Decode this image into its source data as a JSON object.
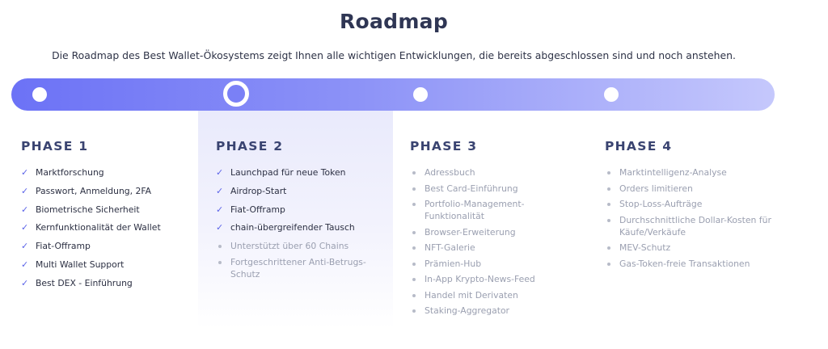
{
  "header": {
    "title": "Roadmap",
    "subtitle": "Die Roadmap des Best Wallet-Ökosystems zeigt Ihnen alle wichtigen Entwicklungen, die bereits abgeschlossen sind und noch anstehen."
  },
  "timeline": {
    "current_phase": 2,
    "gradient_colors": [
      "#6c72f6",
      "#c5c8fc"
    ]
  },
  "colors": {
    "accent": "#5b63e8",
    "heading": "#3a4471",
    "pending_text": "#9a9fb0"
  },
  "icons": {
    "done": "check-icon",
    "pending": "bullet-icon"
  },
  "phases": [
    {
      "title": "PHASE 1",
      "items": [
        {
          "label": "Marktforschung",
          "done": true
        },
        {
          "label": "Passwort, Anmeldung, 2FA",
          "done": true
        },
        {
          "label": "Biometrische Sicherheit",
          "done": true
        },
        {
          "label": "Kernfunktionalität der Wallet",
          "done": true
        },
        {
          "label": "Fiat-Offramp",
          "done": true
        },
        {
          "label": "Multi Wallet Support",
          "done": true
        },
        {
          "label": "Best DEX - Einführung",
          "done": true
        }
      ]
    },
    {
      "title": "PHASE 2",
      "items": [
        {
          "label": "Launchpad für neue Token",
          "done": true
        },
        {
          "label": "Airdrop-Start",
          "done": true
        },
        {
          "label": "Fiat-Offramp",
          "done": true
        },
        {
          "label": "chain-übergreifender Tausch",
          "done": true
        },
        {
          "label": "Unterstützt über 60 Chains",
          "done": false
        },
        {
          "label": "Fortgeschrittener Anti-Betrugs-Schutz",
          "done": false
        }
      ]
    },
    {
      "title": "PHASE 3",
      "items": [
        {
          "label": "Adressbuch",
          "done": false
        },
        {
          "label": "Best Card-Einführung",
          "done": false
        },
        {
          "label": "Portfolio-Management-Funktionalität",
          "done": false
        },
        {
          "label": "Browser-Erweiterung",
          "done": false
        },
        {
          "label": "NFT-Galerie",
          "done": false
        },
        {
          "label": "Prämien-Hub",
          "done": false
        },
        {
          "label": "In-App Krypto-News-Feed",
          "done": false
        },
        {
          "label": "Handel mit Derivaten",
          "done": false
        },
        {
          "label": "Staking-Aggregator",
          "done": false
        }
      ]
    },
    {
      "title": "PHASE 4",
      "items": [
        {
          "label": "Marktintelligenz-Analyse",
          "done": false
        },
        {
          "label": "Orders limitieren",
          "done": false
        },
        {
          "label": "Stop-Loss-Aufträge",
          "done": false
        },
        {
          "label": "Durchschnittliche Dollar-Kosten für Käufe/Verkäufe",
          "done": false
        },
        {
          "label": "MEV-Schutz",
          "done": false
        },
        {
          "label": "Gas-Token-freie Transaktionen",
          "done": false
        }
      ]
    }
  ]
}
